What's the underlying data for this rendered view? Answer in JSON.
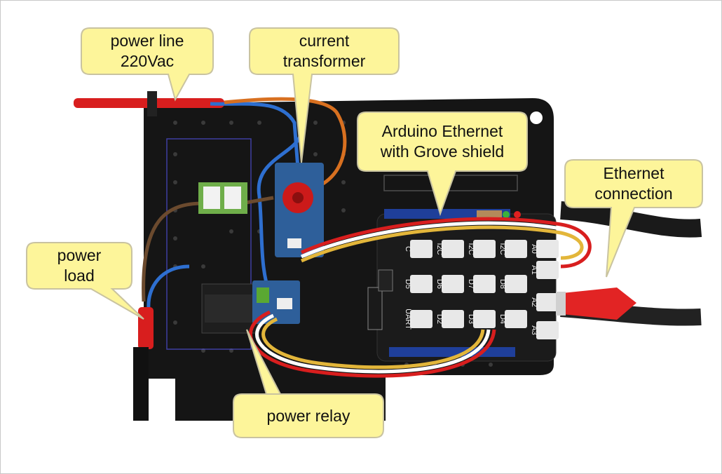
{
  "callouts": [
    {
      "id": "power-line",
      "text": "power line\n220Vac"
    },
    {
      "id": "current-transformer",
      "text": "current\ntransformer"
    },
    {
      "id": "arduino",
      "text": "Arduino Ethernet\nwith Grove shield"
    },
    {
      "id": "ethernet",
      "text": "Ethernet\nconnection"
    },
    {
      "id": "power-load",
      "text": "power\nload"
    },
    {
      "id": "power-relay",
      "text": "power relay"
    }
  ],
  "shield_ports": {
    "row1": [
      "C",
      "I2C",
      "I2C",
      "I2C"
    ],
    "row2": [
      "D5",
      "D6",
      "D7",
      "D8"
    ],
    "row3": [
      "UART",
      "D2",
      "D3",
      "D4"
    ],
    "analog": [
      "A0",
      "A1",
      "A2",
      "A3"
    ]
  },
  "colors": {
    "callout_fill": "#fdf59a",
    "callout_border": "#c9c3a0",
    "board": "#141414",
    "shield": "#1b1b1b",
    "header_blue": "#1f3f9a",
    "wire_red": "#d81e1e",
    "wire_blue": "#2e6fd0",
    "wire_brown": "#6b4a2e",
    "wire_orange": "#d87020"
  }
}
